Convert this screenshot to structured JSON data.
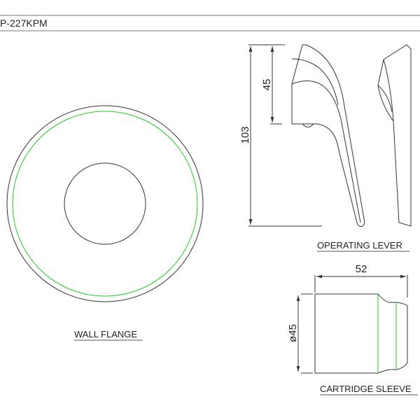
{
  "title": "P-227KPM",
  "colors": {
    "line": "#333333",
    "highlight": "#22cc22"
  },
  "wall_flange": {
    "label": "WALL FLANGE"
  },
  "operating_lever": {
    "label": "OPERATING LEVER",
    "dim_total": "103",
    "dim_upper": "45"
  },
  "cartridge_sleeve": {
    "label": "CARTRIDGE SLEEVE",
    "dim_length": "52",
    "dim_diameter": "ø45"
  }
}
